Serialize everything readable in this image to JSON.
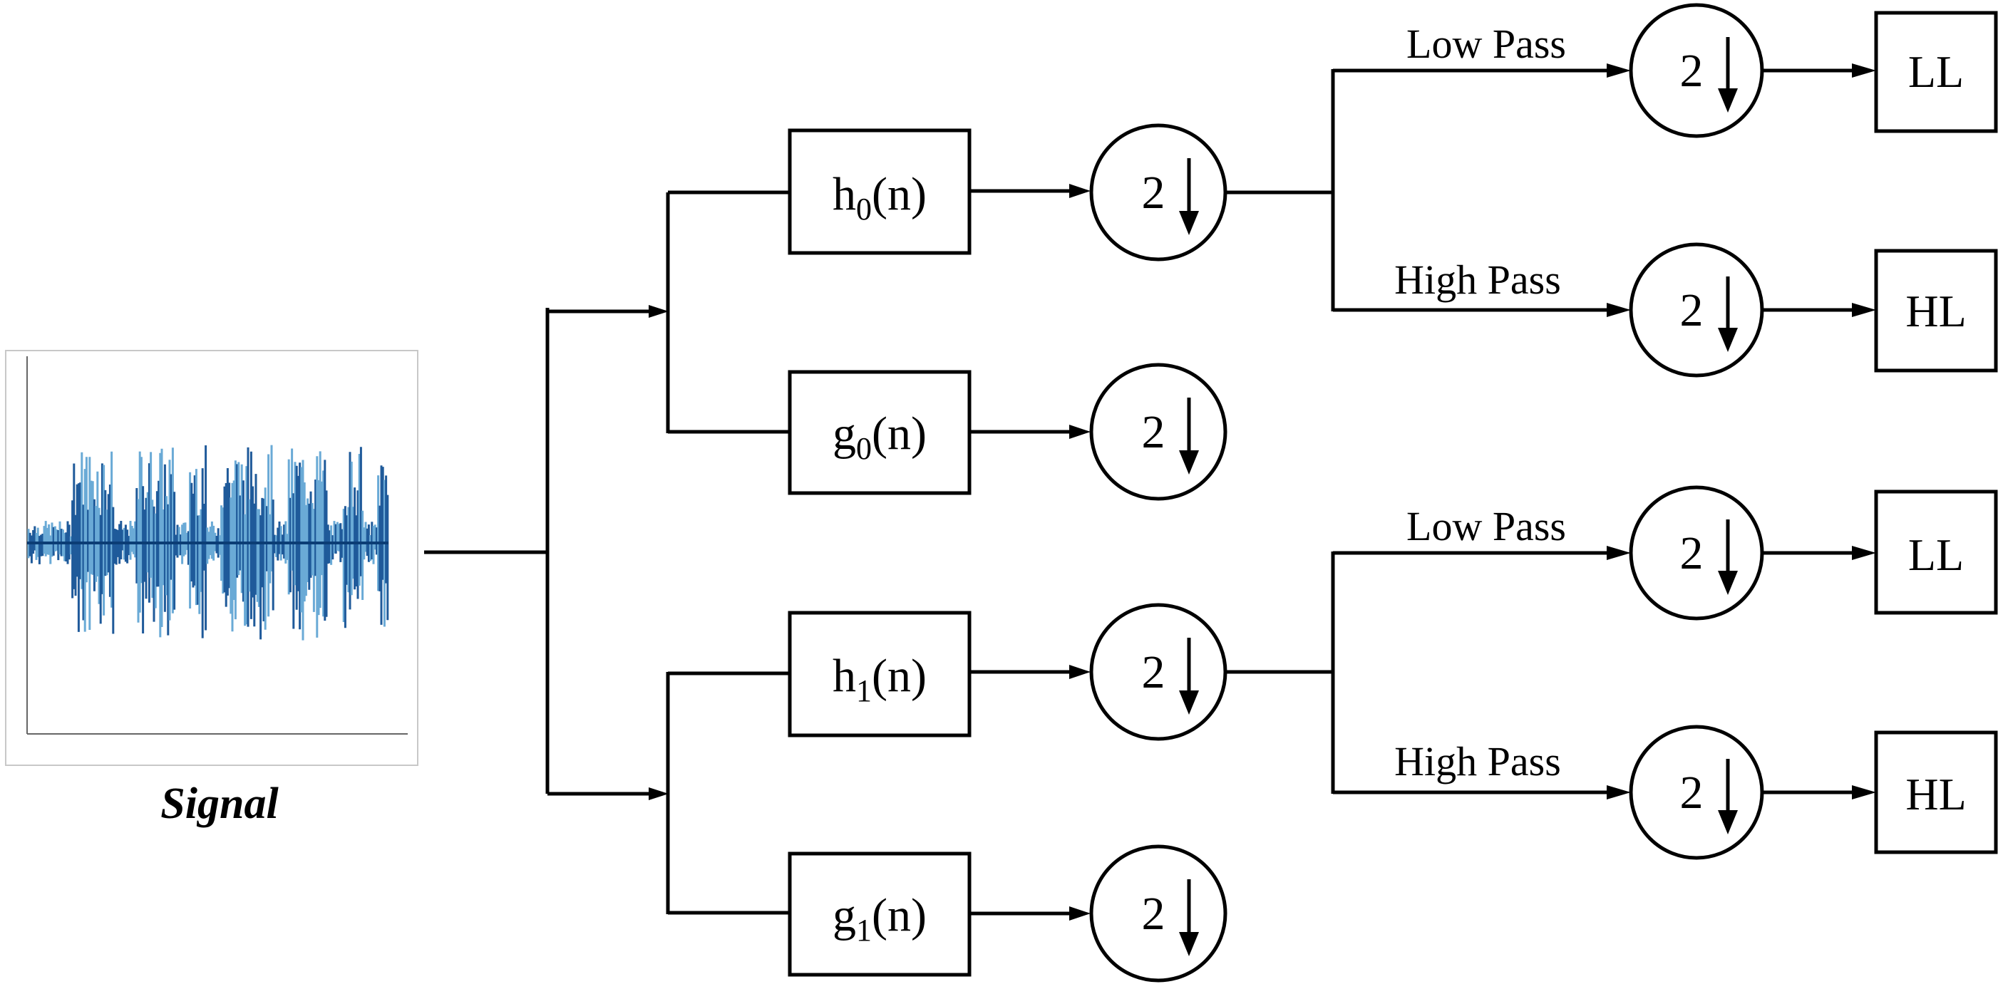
{
  "signal": {
    "caption": "Signal",
    "wave_color": "#1f5a9a",
    "wave_color_light": "#6aaad6"
  },
  "filters": {
    "h0": {
      "base": "h",
      "sub": "0",
      "tail": "(n)"
    },
    "g0": {
      "base": "g",
      "sub": "0",
      "tail": "(n)"
    },
    "h1": {
      "base": "h",
      "sub": "1",
      "tail": "(n)"
    },
    "g1": {
      "base": "g",
      "sub": "1",
      "tail": "(n)"
    }
  },
  "downsample_label": "2",
  "branches": {
    "top_low_label": "Low Pass",
    "top_high_label": "High Pass",
    "bottom_low_label": "Low Pass",
    "bottom_high_label": "High Pass"
  },
  "outputs": {
    "top_ll": "LL",
    "top_hl": "HL",
    "bottom_ll": "LL",
    "bottom_hl": "HL"
  }
}
